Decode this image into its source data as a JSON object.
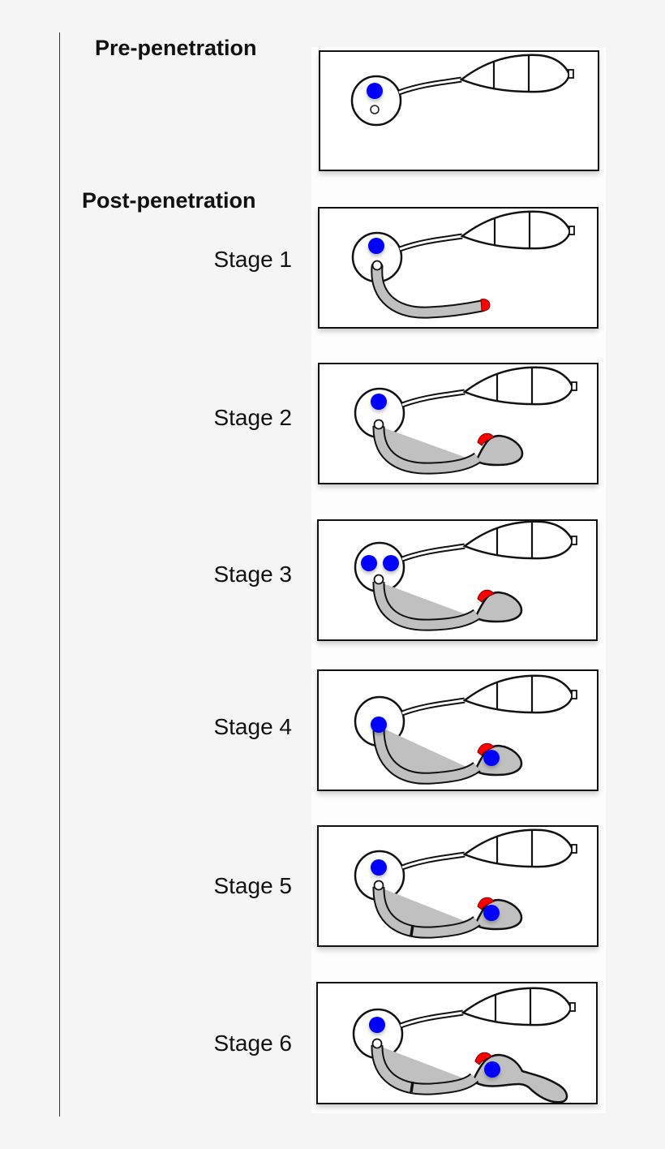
{
  "headings": {
    "pre": "Pre-penetration",
    "post": "Post-penetration"
  },
  "stages": [
    {
      "label": "Stage 1"
    },
    {
      "label": "Stage 2"
    },
    {
      "label": "Stage 3"
    },
    {
      "label": "Stage 4"
    },
    {
      "label": "Stage 5"
    },
    {
      "label": "Stage 6"
    }
  ],
  "colors": {
    "nucleus": "#0000ff",
    "tip": "#ff0000",
    "tube": "#c0c0c0",
    "outline": "#111111",
    "background": "#f5f5f5"
  }
}
